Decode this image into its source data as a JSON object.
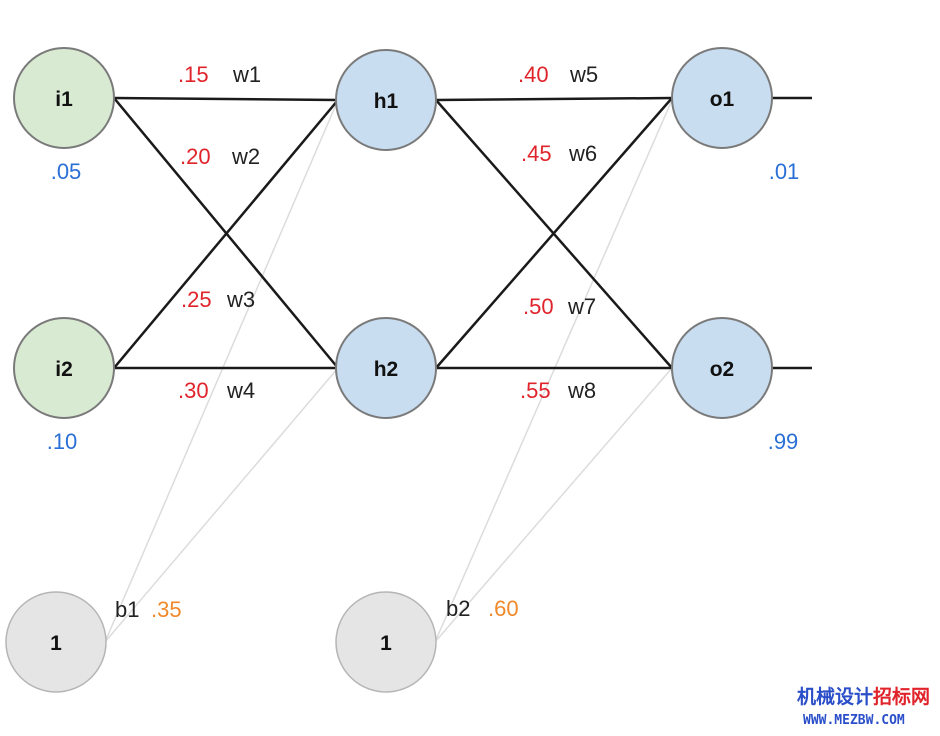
{
  "nodes": {
    "i1": {
      "label": "i1",
      "value": ".05"
    },
    "i2": {
      "label": "i2",
      "value": ".10"
    },
    "h1": {
      "label": "h1"
    },
    "h2": {
      "label": "h2"
    },
    "o1": {
      "label": "o1",
      "value": ".01"
    },
    "o2": {
      "label": "o2",
      "value": ".99"
    },
    "b1": {
      "label": "1",
      "name": "b1",
      "value": ".35"
    },
    "b2": {
      "label": "1",
      "name": "b2",
      "value": ".60"
    }
  },
  "weights": {
    "w1": {
      "name": "w1",
      "value": ".15"
    },
    "w2": {
      "name": "w2",
      "value": ".20"
    },
    "w3": {
      "name": "w3",
      "value": ".25"
    },
    "w4": {
      "name": "w4",
      "value": ".30"
    },
    "w5": {
      "name": "w5",
      "value": ".40"
    },
    "w6": {
      "name": "w6",
      "value": ".45"
    },
    "w7": {
      "name": "w7",
      "value": ".50"
    },
    "w8": {
      "name": "w8",
      "value": ".55"
    }
  },
  "watermark": {
    "part1": "机械设计",
    "part2": "招标网",
    "url": "WWW.MEZBW.COM"
  },
  "colors": {
    "input_fill": "#d9ead3",
    "hidden_fill": "#c9ddf0",
    "bias_fill": "#e5e5e5",
    "weight_value": "#e0242b",
    "io_value": "#2a6fd6",
    "bias_value": "#f0892a",
    "watermark_blue": "#2a4fc9",
    "watermark_red": "#e0242b"
  }
}
